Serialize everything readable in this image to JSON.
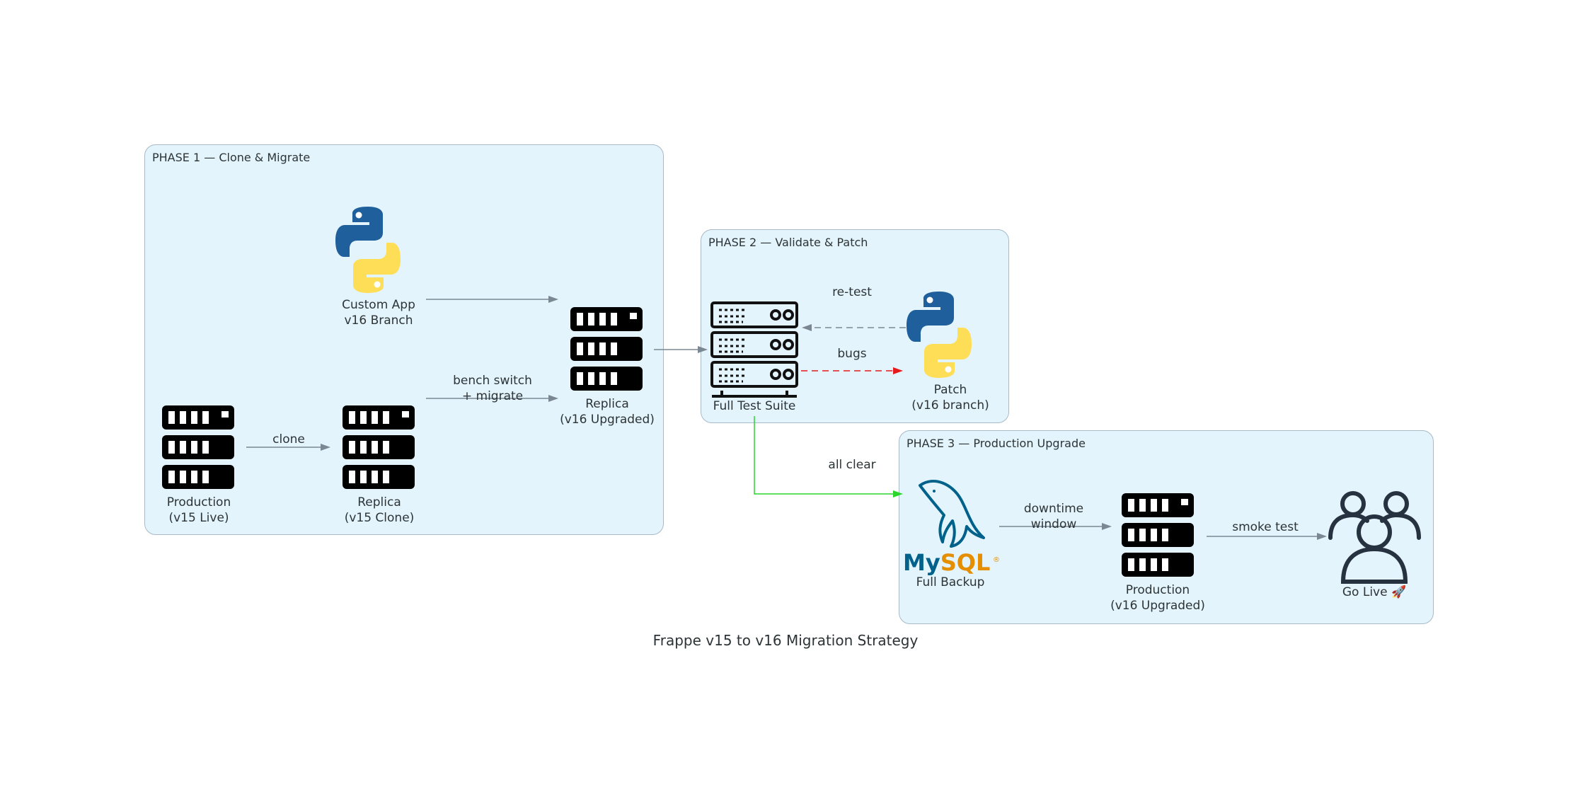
{
  "title": "Frappe v15 to v16 Migration Strategy",
  "clusters": {
    "phase1": "PHASE 1 — Clone & Migrate",
    "phase2": "PHASE 2 — Validate & Patch",
    "phase3": "PHASE 3 — Production Upgrade"
  },
  "nodes": {
    "prod_v15": [
      "Production",
      "(v15 Live)"
    ],
    "replica_v15": [
      "Replica",
      "(v15 Clone)"
    ],
    "custom_app": [
      "Custom App",
      "v16 Branch"
    ],
    "replica_v16": [
      "Replica",
      "(v16 Upgraded)"
    ],
    "test_suite": [
      "Full Test Suite"
    ],
    "patch": [
      "Patch",
      "(v16 branch)"
    ],
    "full_backup": [
      "Full Backup"
    ],
    "prod_v16": [
      "Production",
      "(v16 Upgraded)"
    ],
    "go_live": [
      "Go Live 🚀"
    ]
  },
  "edges": {
    "clone": "clone",
    "bench_switch": [
      "bench switch",
      "+ migrate"
    ],
    "re_test": "re-test",
    "bugs": "bugs",
    "all_clear": "all clear",
    "downtime": [
      "downtime",
      "window"
    ],
    "smoke_test": "smoke test"
  },
  "colors": {
    "cluster_bg": "#e3f4fc",
    "edge_default": "#7b8894",
    "edge_bugs": "#e41a1c",
    "edge_clear": "#2bd62b",
    "python_blue": "#1f5f9b",
    "python_yellow": "#ffde57",
    "mysql_blue": "#00618a",
    "mysql_orange": "#e48e00"
  }
}
